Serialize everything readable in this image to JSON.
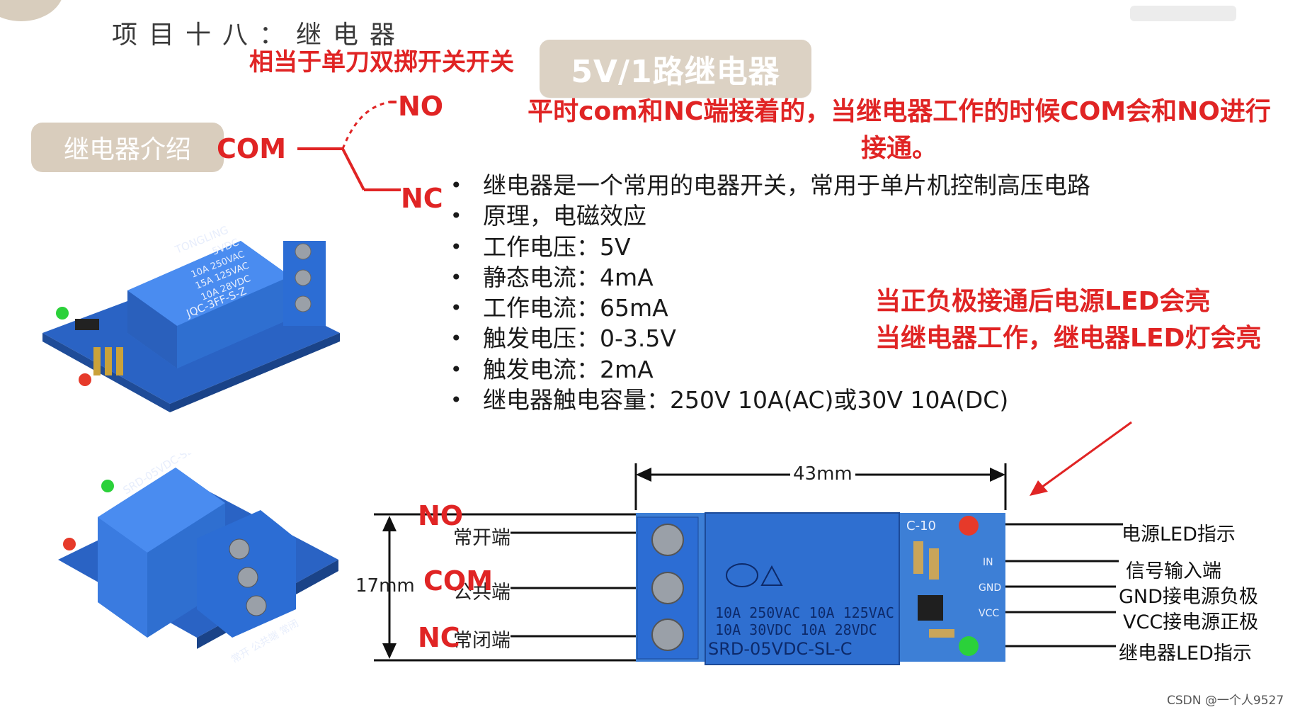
{
  "header": {
    "course_title": "项目十八：继电器",
    "relay_type_badge": "5V/1路继电器",
    "intro_badge": "继电器介绍"
  },
  "annotations": {
    "spdt_note": "相当于单刀双掷开关开关",
    "com_nc_note": "平时com和NC端接着的，当继电器工作的时候COM会和NO进行接通。",
    "switch_labels": {
      "com": "COM",
      "no": "NO",
      "nc": "NC"
    },
    "led_note_line1": "当正负极接通后电源LED会亮",
    "led_note_line2": "当继电器工作，继电器LED灯会亮"
  },
  "specs": [
    "继电器是一个常用的电器开关，常用于单片机控制高压电路",
    "原理，电磁效应",
    "工作电压：5V",
    "静态电流：4mA",
    "工作电流：65mA",
    "触发电压：0-3.5V",
    "触发电流：2mA",
    "继电器触电容量：250V 10A(AC)或30V 10A(DC)"
  ],
  "relay_photo_text": {
    "brand": "TONGLING",
    "voltage": "5VDC",
    "rating1": "10A 250VAC",
    "rating2": "15A 125VAC",
    "rating3": "10A 28VDC",
    "model": "JQC-3FF-S-Z"
  },
  "relay_photo2_text": {
    "model": "SRD-05VDC-SL-C",
    "terminal_labels": "常开 公共端 常闭"
  },
  "diagram": {
    "width_label": "43mm",
    "height_label": "17mm",
    "left_pins": [
      "常开端",
      "公共端",
      "常闭端"
    ],
    "left_pin_red": [
      "NO",
      "COM",
      "NC"
    ],
    "right_pins": [
      "电源LED指示",
      "信号输入端",
      "GND接电源负极",
      "VCC接电源正极",
      "继电器LED指示"
    ],
    "relay_text": {
      "rating_line1": "10A 250VAC  10A 125VAC",
      "rating_line2": "10A  30VDC  10A  28VDC",
      "model": "SRD-05VDC-SL-C",
      "board_code": "C-10",
      "pin_in": "IN",
      "pin_gnd": "GND",
      "pin_vcc": "VCC"
    }
  },
  "footer": {
    "watermark": "CSDN @一个人9527"
  },
  "colors": {
    "annotation_red": "#e02424",
    "badge_beige": "#dcd2c4",
    "relay_blue": "#2f6fd0",
    "board_blue": "#3d7fd6"
  }
}
